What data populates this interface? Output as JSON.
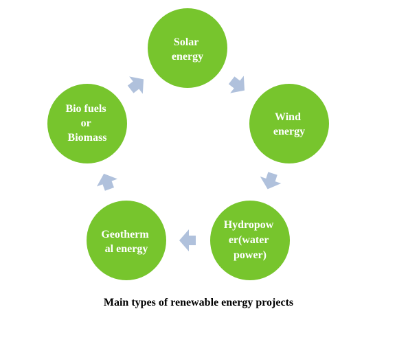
{
  "colors": {
    "node_fill": "#77c52d",
    "arrow_fill": "#b0c1dc",
    "label_text": "#ffffff",
    "caption_text": "#000000"
  },
  "nodes": [
    {
      "id": "solar",
      "lines": [
        "Solar",
        "energy"
      ]
    },
    {
      "id": "wind",
      "lines": [
        "Wind",
        "energy"
      ]
    },
    {
      "id": "hydro",
      "lines": [
        "Hydropow",
        "er(water",
        "power)"
      ]
    },
    {
      "id": "geothermal",
      "lines": [
        "Geotherm",
        "al energy"
      ]
    },
    {
      "id": "biofuels",
      "lines": [
        "Bio fuels",
        "or",
        "Biomass"
      ]
    }
  ],
  "caption": "Main types of renewable energy projects"
}
